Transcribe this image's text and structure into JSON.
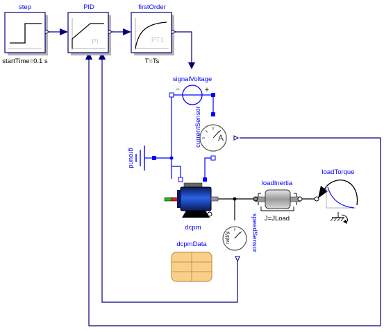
{
  "blocks": {
    "step": {
      "name": "step",
      "param": "startTime=0.1 s"
    },
    "pid": {
      "name": "PID",
      "inner": "PI"
    },
    "first_order": {
      "name": "firstOrder",
      "inner": "PT1",
      "param": "T=Ts"
    },
    "signal_voltage": {
      "name": "signalVoltage",
      "minus": "−",
      "plus": "+"
    },
    "current_sensor": {
      "name": "currentSensor",
      "symbol": "A"
    },
    "ground": {
      "name": "ground"
    },
    "dcpm": {
      "name": "dcpm"
    },
    "speed_sensor": {
      "name": "speedSensor",
      "unit": "rad/s"
    },
    "load_inertia": {
      "name": "loadInertia",
      "param": "J=JLoad"
    },
    "load_torque": {
      "name": "loadTorque"
    },
    "dcpm_data": {
      "name": "dcpmData"
    }
  },
  "colors": {
    "signal": "#00007f",
    "electric": "#0000ff",
    "block_fill": "#ffffff",
    "block_shadow": "#b4b4b4",
    "record_fill": "#f8d08c",
    "record_stroke": "#c8963c",
    "motor_blue": "#1e46c8"
  }
}
